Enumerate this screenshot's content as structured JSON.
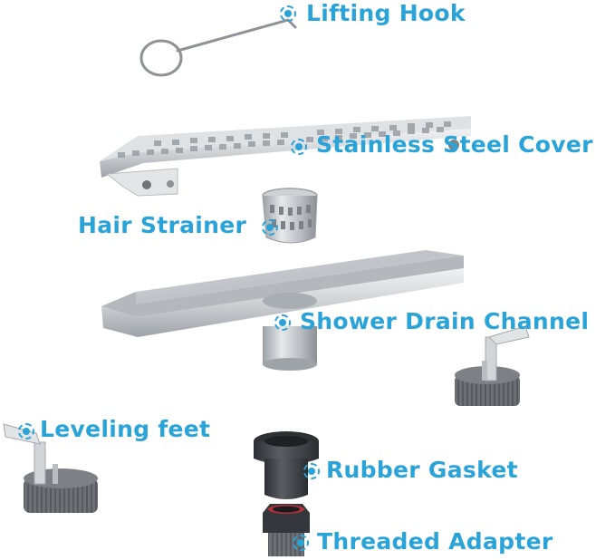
{
  "colors": {
    "accent": "#2aa4d8",
    "steel_light": "#e4e6e8",
    "steel_mid": "#c2c6ca",
    "steel_dark": "#8d9297",
    "rubber": "#3b3e42",
    "base_gray": "#6f7378",
    "red_ring": "#b5303a"
  },
  "parts": {
    "lifting_hook": "Lifting Hook",
    "stainless_steel_cover": "Stainless Steel Cover",
    "hair_strainer": "Hair Strainer",
    "shower_drain_channel": "Shower Drain Channel",
    "leveling_feet": "Leveling feet",
    "rubber_gasket": "Rubber Gasket",
    "threaded_adapter": "Threaded Adapter"
  },
  "icons": [
    "dot-marker-icon"
  ]
}
